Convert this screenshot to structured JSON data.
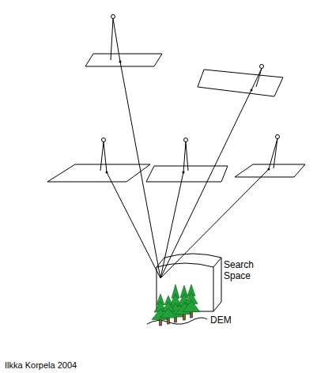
{
  "diagram": {
    "labels": [
      "Search Space",
      "DEM",
      "Ilkka Korpela 2004"
    ]
  }
}
